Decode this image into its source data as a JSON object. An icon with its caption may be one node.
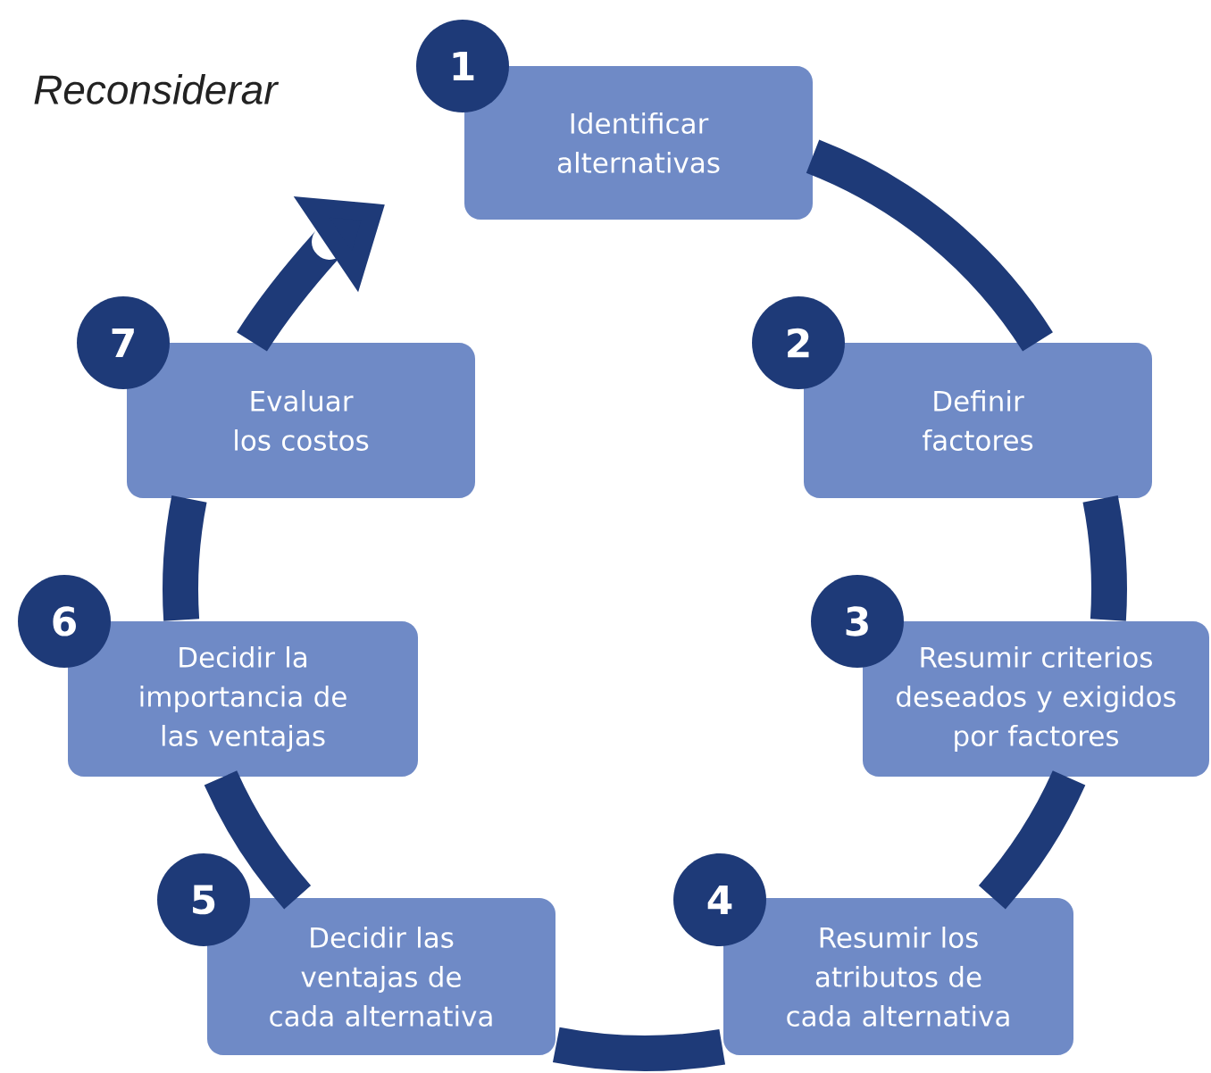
{
  "diagram": {
    "title": "Reconsiderar",
    "nodes": [
      {
        "text": [
          "1",
          "Identificar alternativas"
        ]
      },
      {
        "text": [
          "2",
          "Definir factores"
        ]
      },
      {
        "text": [
          "3",
          "Resumir criterios deseados y exigidos por factores"
        ]
      },
      {
        "text": [
          "4",
          "Resumir los atributos de cada alternativa"
        ]
      },
      {
        "text": [
          "5",
          "Decidir las ventajas de cada alternativa"
        ]
      },
      {
        "text": [
          "6",
          "Decidir la importancia de las ventajas"
        ]
      },
      {
        "text": [
          "7",
          "Evaluar los costos"
        ]
      }
    ],
    "edges": [
      {
        "from": 0,
        "to": 1,
        "arrow": "none"
      },
      {
        "from": 1,
        "to": 2,
        "arrow": "none"
      },
      {
        "from": 2,
        "to": 3,
        "arrow": "none"
      },
      {
        "from": 3,
        "to": 4,
        "arrow": "none"
      },
      {
        "from": 4,
        "to": 5,
        "arrow": "none"
      },
      {
        "from": 5,
        "to": 6,
        "arrow": "none"
      },
      {
        "from": 6,
        "to": null,
        "arrow": "to"
      }
    ]
  }
}
